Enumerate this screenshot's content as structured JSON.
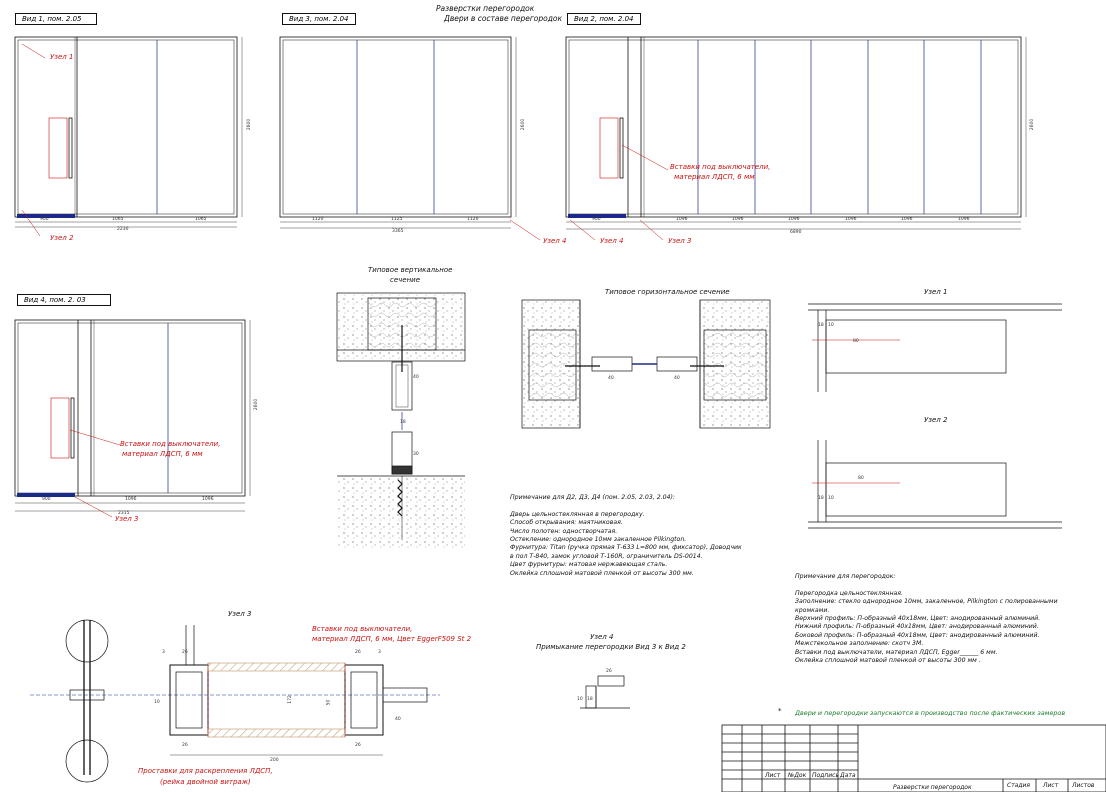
{
  "header": {
    "title_line1": "Разверстки перегородок",
    "title_line2": "Двери в составе перегородок"
  },
  "views": {
    "view1": "Вид 1, пом. 2.05",
    "view3": "Вид 3, пом. 2.04",
    "view2": "Вид 2, пом. 2.04",
    "view4": "Вид 4, пом. 2. 03"
  },
  "callouts": {
    "node1": "Узел 1",
    "node2": "Узел 2",
    "node3": "Узел 3",
    "node4": "Узел 4",
    "inserts_line1": "Вставки под выключатели,",
    "inserts_line2": "материал ЛДСП, 6 мм"
  },
  "sections": {
    "vertical_line1": "Типовое вертикальное",
    "vertical_line2": "сечение",
    "horizontal": "Типовое горизонтальное сечение"
  },
  "details": {
    "node1_title": "Узел 1",
    "node2_title": "Узел 2",
    "node3_title": "Узел 3",
    "node4_title": "Узел 4",
    "node4_subtitle": "Примыкание перегородки Вид 3 к Вид 2",
    "node3_insert_line1": "Вставки под выключатели,",
    "node3_insert_line2": "материал ЛДСП, 6 мм, Цвет EggerF509 St 2",
    "node3_spacer_line1": "Проставки для раскрепления ЛДСП,",
    "node3_spacer_line2": "(рейка двойной витраж)"
  },
  "dimensions": {
    "height": "2600",
    "v1_total": "2230",
    "v1_a": "900",
    "v1_b": "1065",
    "v1_c": "1065",
    "v3_total": "3365",
    "v3_a": "1120",
    "v3_b": "1125",
    "v3_c": "1120",
    "v2_total": "6890",
    "v2_a": "900",
    "v2_b": "1096",
    "v4_total": "2315",
    "v4_a": "900",
    "v4_b": "1096",
    "sec_40": "40",
    "sec_18": "18",
    "sec_30": "30",
    "n1_80": "80",
    "n1_18": "18",
    "n1_10": "10",
    "n2_80": "80",
    "n2_18": "18",
    "n2_10": "10",
    "n3_3": "3",
    "n3_26": "26",
    "n3_40": "40",
    "n3_200": "200",
    "n3_172": "172",
    "n3_50": "50",
    "n3_10": "10",
    "n4_10": "10",
    "n4_18": "18",
    "n4_26": "26"
  },
  "notes_doors": {
    "lines": [
      "Примечание для Д2, Д3, Д4 (пом. 2.05, 2.03, 2.04):",
      "",
      "Дверь цельностеклянная в перегородку.",
      "Способ открывания: маятниковая.",
      "Число полотен: одностворчатая.",
      "Остекление: однородное 10мм закаленное Pilkington.",
      "Фурнитура: Titan (ручка прямая Т-633 L=800 мм, фиксатор), Доводчик",
      "в пол Т-840, замок угловой Т-160R, ограничитель DS-0014.",
      "Цвет фурнитуры: матовая нержавеющая сталь.",
      "Оклейка сплошной матовой пленкой от высоты 300 мм."
    ]
  },
  "notes_partitions": {
    "lines": [
      "Примечание для перегородок:",
      "",
      "Перегородка цельностеклянная.",
      "Заполнение: стекло однородное 10мм, закаленное, Pilkington с полированными",
      "кромками.",
      "Верхний профиль: П-образный 40х18мм, Цвет: анодированный алюминий.",
      "Нижний профиль: П-образный 40х18мм, Цвет: анодированный алюминий.",
      "Боковой профиль: П-образный 40х18мм, Цвет: анодированный алюминий.",
      "Межстекольное заполнение: скотч 3М.",
      "Вставки под выключатели, материал ЛДСП, Egger______ 6 мм.",
      "Оклейка сплошной матовой пленкой от высоты 300 мм ."
    ]
  },
  "footnote": {
    "star": "*",
    "text": "Двери и перегородки запускаются в производство после фактических замеров"
  },
  "title_block": {
    "col_sheet": "Лист",
    "col_doc": "№Док",
    "col_sign": "Подпись",
    "col_date": "Дата",
    "stage": "Стадия",
    "sheet": "Лист",
    "sheets": "Листов",
    "name": "Разверстки перегородок"
  },
  "colors": {
    "line": "#111111",
    "glass": "#1b2a8a",
    "annotation": "#c01010",
    "note_green": "#1a7a2a",
    "wood": "#e9c9a6"
  }
}
